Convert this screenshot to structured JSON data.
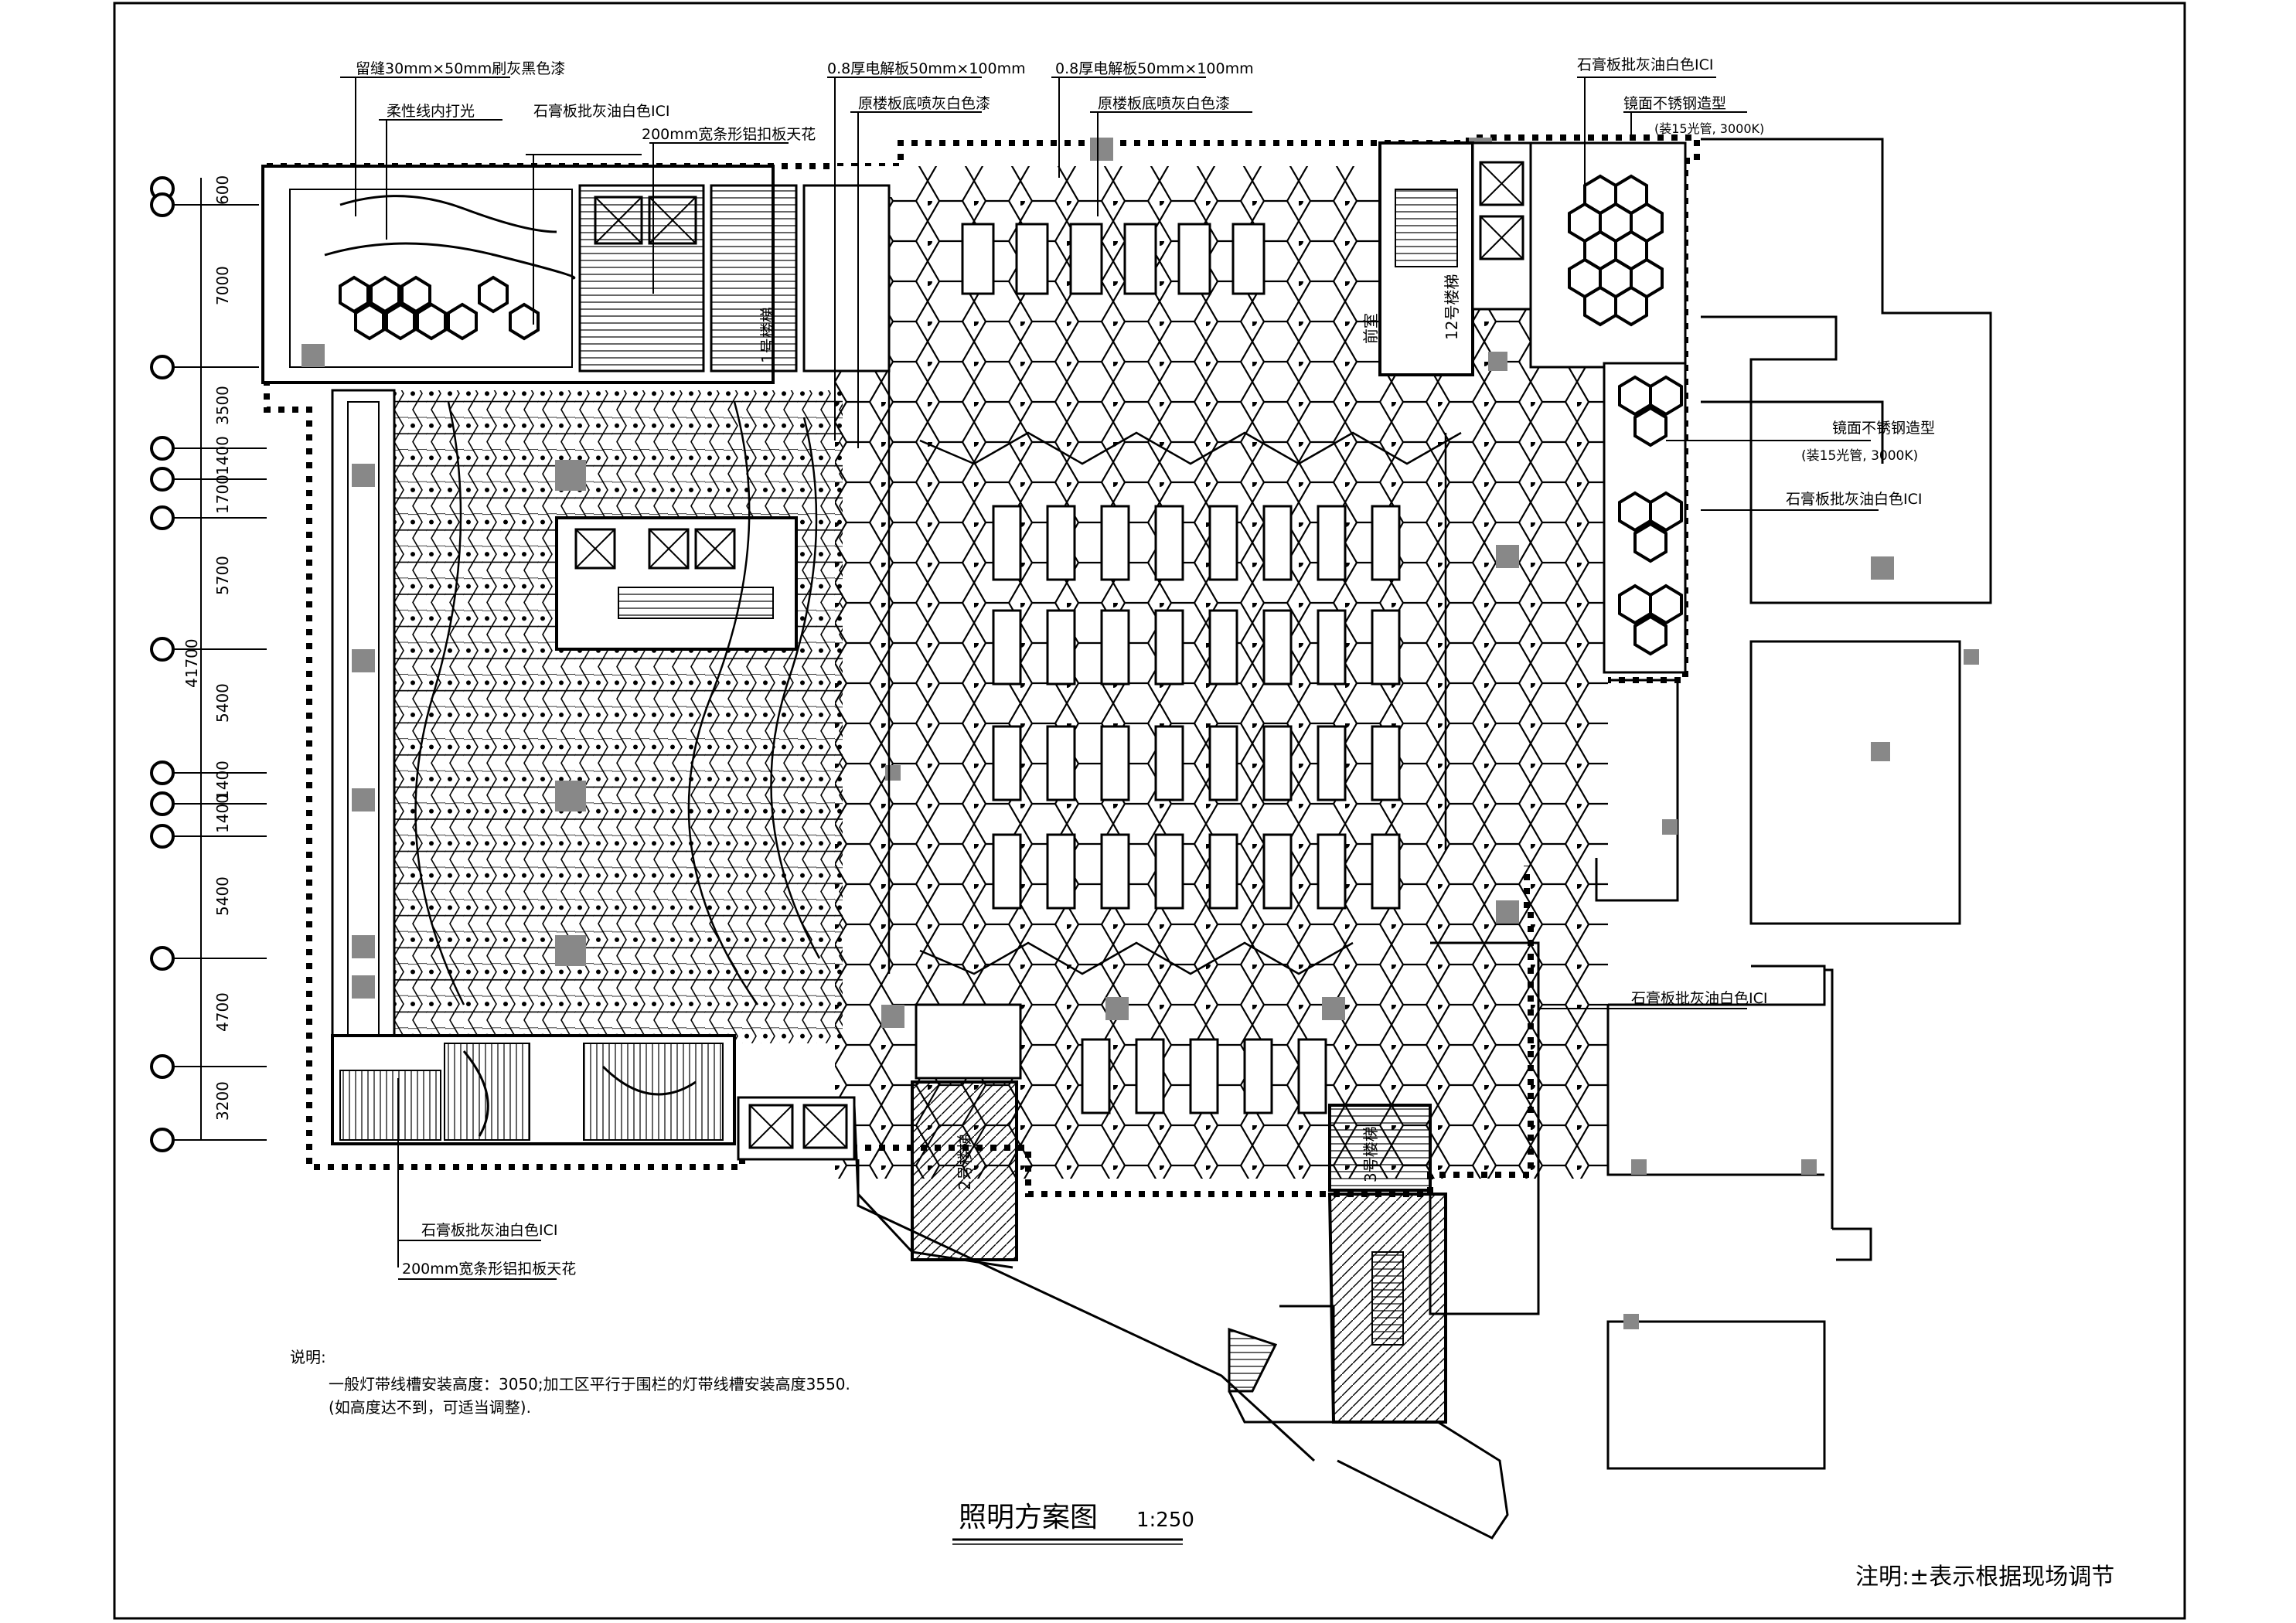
{
  "drawing": {
    "title": "照明方案图",
    "scale": "1:250",
    "footer_note": "注明:±表示根据现场调节"
  },
  "notes": {
    "heading": "说明:",
    "line1": "一般灯带线槽安装高度：3050;加工区平行于围栏的灯带线槽安装高度3550.",
    "line2": "(如高度达不到，可适当调整)."
  },
  "annotations": {
    "top_left_1": "留缝30mm×50mm刷灰黑色漆",
    "top_left_2": "柔性线内打光",
    "top_left_3": "石膏板批灰油白色ICI",
    "top_left_4": "200mm宽条形铝扣板天花",
    "top_mid_1": "0.8厚电解板50mm×100mm",
    "top_mid_2": "原楼板底喷灰白色漆",
    "top_mid_3": "0.8厚电解板50mm×100mm",
    "top_mid_4": "原楼板底喷灰白色漆",
    "top_right_1": "石膏板批灰油白色ICI",
    "top_right_2": "镜面不锈钢造型",
    "top_right_3": "(装15光管, 3000K)",
    "right_1": "镜面不锈钢造型",
    "right_2": "(装15光管, 3000K)",
    "right_3": "石膏板批灰油白色ICI",
    "right_4": "石膏板批灰油白色ICI",
    "bottom_1": "石膏板批灰油白色ICI",
    "bottom_2": "200mm宽条形铝扣板天花"
  },
  "dimensions": {
    "total": "41700",
    "segments": [
      "600",
      "7000",
      "3500",
      "1400",
      "1700",
      "5700",
      "5400",
      "1400",
      "1400",
      "5400",
      "4700",
      "3200"
    ]
  },
  "room_labels": {
    "stair_left": "1号楼梯",
    "stair_right": "12号楼梯",
    "room_small": "前室",
    "stair_bottom_left": "2号楼梯",
    "stair_bottom_right": "3号楼梯"
  }
}
